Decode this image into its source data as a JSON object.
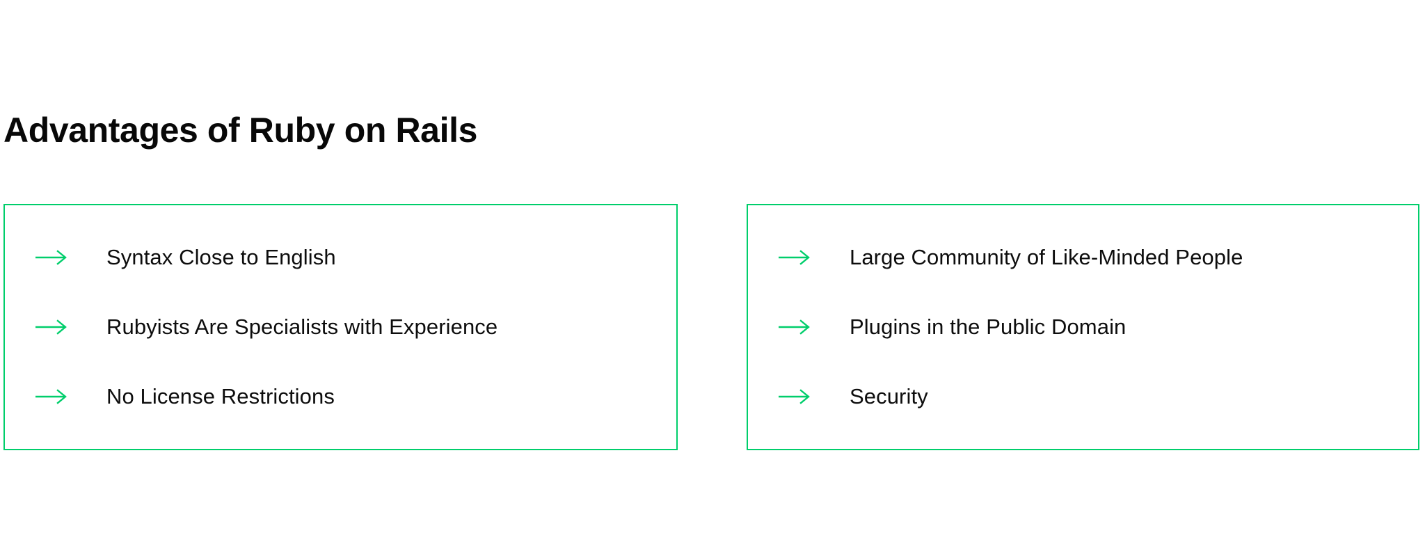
{
  "slide": {
    "title": "Advantages of Ruby on Rails",
    "accent_color": "#00ce6b",
    "text_color": "#0d0d0d",
    "background_color": "#ffffff"
  },
  "columns": [
    {
      "id": "left",
      "items": [
        {
          "icon": "arrow-right-icon",
          "label": "Syntax Close to English"
        },
        {
          "icon": "arrow-right-icon",
          "label": "Rubyists Are Specialists with Experience"
        },
        {
          "icon": "arrow-right-icon",
          "label": "No License Restrictions"
        }
      ]
    },
    {
      "id": "right",
      "items": [
        {
          "icon": "arrow-right-icon",
          "label": "Large Community of Like-Minded People"
        },
        {
          "icon": "arrow-right-icon",
          "label": "Plugins in the Public Domain"
        },
        {
          "icon": "arrow-right-icon",
          "label": "Security"
        }
      ]
    }
  ]
}
